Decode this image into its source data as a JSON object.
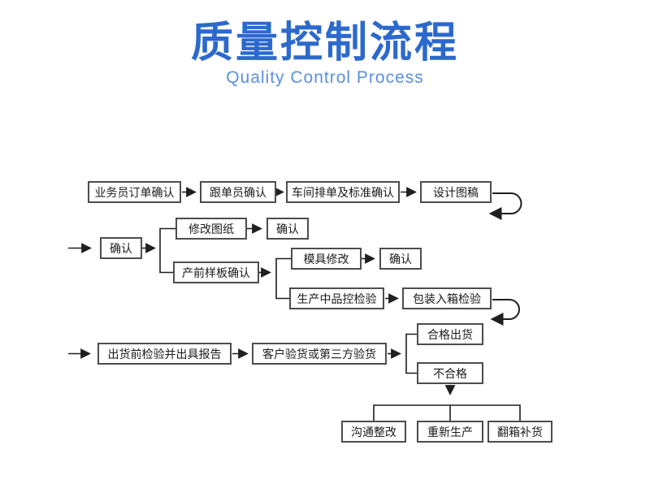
{
  "title": {
    "zh": "质量控制流程",
    "en": "Quality Control Process"
  },
  "colors": {
    "title_zh": "#2c69cc",
    "title_en": "#5b8fe0",
    "box_border": "#4d4d4d",
    "box_text": "#1a1a1a",
    "connector": "#1f1f1f",
    "background": "#ffffff"
  },
  "flow": {
    "nodes": [
      {
        "label": "业务员订单确认"
      },
      {
        "label": "跟单员确认"
      },
      {
        "label": "车间排单及标准确认"
      },
      {
        "label": "设计图稿"
      },
      {
        "label": "确认"
      },
      {
        "label": "修改图纸"
      },
      {
        "label": "确认"
      },
      {
        "label": "产前样板确认"
      },
      {
        "label": "模具修改"
      },
      {
        "label": "确认"
      },
      {
        "label": "生产中品控检验"
      },
      {
        "label": "包装入箱检验"
      },
      {
        "label": "出货前检验并出具报告"
      },
      {
        "label": "客户验货或第三方验货"
      },
      {
        "label": "合格出货"
      },
      {
        "label": "不合格"
      },
      {
        "label": "沟通整改"
      },
      {
        "label": "重新生产"
      },
      {
        "label": "翻箱补货"
      }
    ]
  }
}
